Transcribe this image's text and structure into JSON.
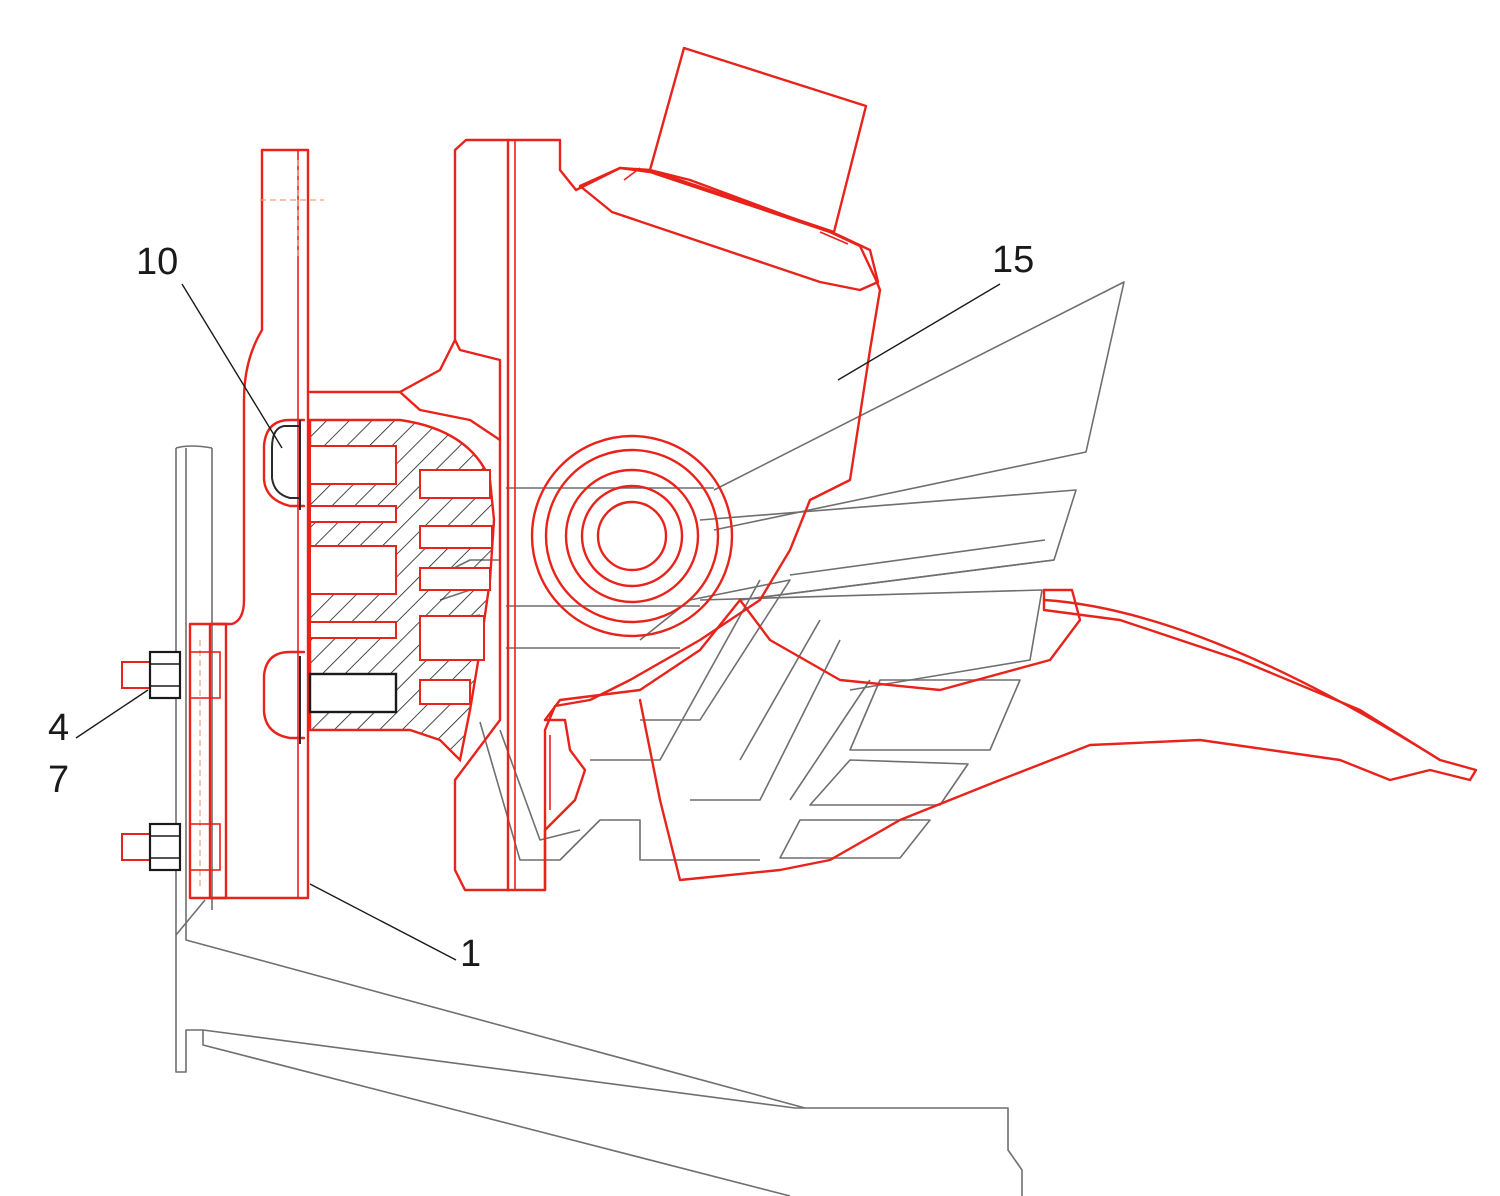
{
  "callouts": {
    "c10": "10",
    "c15": "15",
    "c4": "4",
    "c7": "7",
    "c1": "1"
  },
  "colors": {
    "assembly": "#e8231b",
    "frame": "#6f6f6f",
    "text": "#1a1a1a",
    "background": "#ffffff"
  }
}
